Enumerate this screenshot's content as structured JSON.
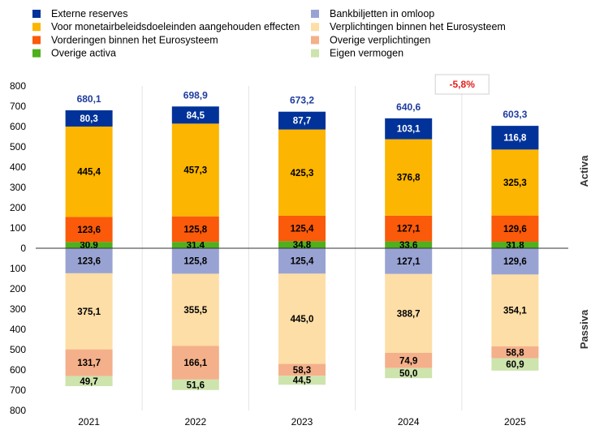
{
  "chart_data": {
    "type": "bar",
    "categories": [
      "2021",
      "2022",
      "2023",
      "2024",
      "2025"
    ],
    "ylim": [
      -800,
      800
    ],
    "y_tick_labels": [
      "800",
      "700",
      "600",
      "500",
      "400",
      "300",
      "200",
      "100",
      "0",
      "100",
      "200",
      "300",
      "400",
      "500",
      "600",
      "700",
      "800"
    ],
    "grid": "vertical category separators",
    "legend_position": "top",
    "side_labels": {
      "assets": "Activa",
      "liabilities": "Passiva"
    },
    "change_annotation": {
      "text": "-5,8%",
      "category": "2024"
    },
    "asset_totals": [
      "680,1",
      "698,9",
      "673,2",
      "640,6",
      "603,3"
    ],
    "assets": [
      {
        "name": "Overige activa",
        "color": "#4faf1c",
        "text_color": "#000000",
        "values": [
          30.9,
          31.4,
          34.8,
          33.6,
          31.8
        ],
        "labels": [
          "30,9",
          "31,4",
          "34,8",
          "33,6",
          "31,8"
        ]
      },
      {
        "name": "Vorderingen binnen het Eurosysteem",
        "color": "#fa5a0a",
        "text_color": "#000000",
        "values": [
          123.6,
          125.8,
          125.4,
          127.1,
          129.6
        ],
        "labels": [
          "123,6",
          "125,8",
          "125,4",
          "127,1",
          "129,6"
        ]
      },
      {
        "name": "Voor monetairbeleidsdoeleinden aangehouden effecten",
        "color": "#fcb500",
        "text_color": "#000000",
        "values": [
          445.4,
          457.3,
          425.3,
          376.8,
          325.3
        ],
        "labels": [
          "445,4",
          "457,3",
          "425,3",
          "376,8",
          "325,3"
        ]
      },
      {
        "name": "Externe reserves",
        "color": "#003299",
        "text_color": "#ffffff",
        "values": [
          80.3,
          84.5,
          87.7,
          103.1,
          116.8
        ],
        "labels": [
          "80,3",
          "84,5",
          "87,7",
          "103,1",
          "116,8"
        ]
      }
    ],
    "liabilities": [
      {
        "name": "Bankbiljetten in omloop",
        "color": "#99a3d3",
        "text_color": "#000000",
        "values": [
          123.6,
          125.8,
          125.4,
          127.1,
          129.6
        ],
        "labels": [
          "123,6",
          "125,8",
          "125,4",
          "127,1",
          "129,6"
        ]
      },
      {
        "name": "Verplichtingen binnen het Eurosysteem",
        "color": "#fddea6",
        "text_color": "#000000",
        "values": [
          375.1,
          355.5,
          445.0,
          388.7,
          354.1
        ],
        "labels": [
          "375,1",
          "355,5",
          "445,0",
          "388,7",
          "354,1"
        ]
      },
      {
        "name": "Overige verplichtingen",
        "color": "#f4b08a",
        "text_color": "#000000",
        "values": [
          131.7,
          166.1,
          58.3,
          74.9,
          58.8
        ],
        "labels": [
          "131,7",
          "166,1",
          "58,3",
          "74,9",
          "58,8"
        ]
      },
      {
        "name": "Eigen vermogen",
        "color": "#cde4ad",
        "text_color": "#000000",
        "values": [
          49.7,
          51.6,
          44.5,
          50.0,
          60.9
        ],
        "labels": [
          "49,7",
          "51,6",
          "44,5",
          "50,0",
          "60,9"
        ]
      }
    ],
    "legend": [
      {
        "name": "Externe reserves",
        "color": "#003299"
      },
      {
        "name": "Bankbiljetten in omloop",
        "color": "#99a3d3"
      },
      {
        "name": "Voor monetairbeleidsdoeleinden aangehouden effecten",
        "color": "#fcb500"
      },
      {
        "name": "Verplichtingen binnen het Eurosysteem",
        "color": "#fddea6"
      },
      {
        "name": "Vorderingen binnen het Eurosysteem",
        "color": "#fa5a0a"
      },
      {
        "name": "Overige verplichtingen",
        "color": "#f4b08a"
      },
      {
        "name": "Overige activa",
        "color": "#4faf1c"
      },
      {
        "name": "Eigen vermogen",
        "color": "#cde4ad"
      }
    ]
  }
}
